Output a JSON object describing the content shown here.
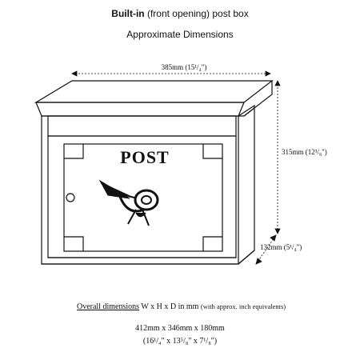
{
  "title": {
    "bold": "Built-in",
    "rest": " (front opening) post box"
  },
  "subtitle": "Approximate Dimensions",
  "dimensions": {
    "width_label": "385mm (15¹/₄\")",
    "height_label": "315mm (12³/₈\")",
    "depth_label": "132mm (5¹/₄\")"
  },
  "post_label": "POST",
  "post_horn_icon": "post-horn-icon",
  "overall": {
    "label": "Overall dimensions",
    "mid": " W x H x D in mm ",
    "note": "(with approx. inch equivalents)"
  },
  "sizes": {
    "metric": "412mm x 346mm x 180mm",
    "imperial": "(16¹/₄\" x 13⁵/₈\" x 7¹/₈\")"
  }
}
